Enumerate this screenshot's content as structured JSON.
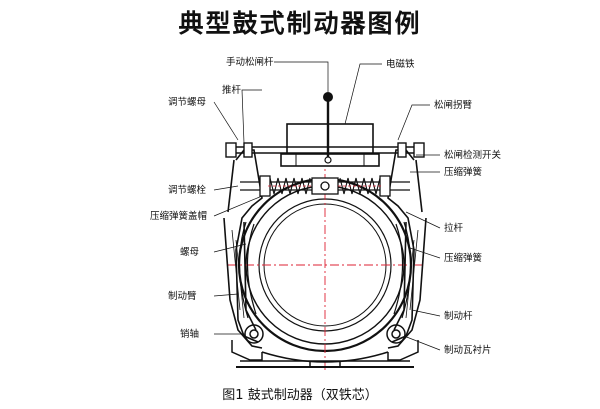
{
  "title": "典型鼓式制动器图例",
  "caption": "图1 鼓式制动器（双铁芯）",
  "labels": {
    "manual_release_rod": "手动松闸杆",
    "electromagnet": "电磁铁",
    "push_rod": "推杆",
    "adjust_nut_top": "调节螺母",
    "release_arm": "松闸拐臂",
    "release_switch": "松闸检测开关",
    "adjust_bolt": "调节螺栓",
    "compression_spring": "压缩弹簧",
    "spring_cover": "压缩弹簧盖帽",
    "stop_bar": "拉杆",
    "nut": "螺母",
    "compression_spring_right": "压缩弹簧",
    "brake_arm": "制动臂",
    "brake_pin": "制动杆",
    "hinge_pin": "销轴",
    "brake_lining": "制动瓦衬片"
  }
}
